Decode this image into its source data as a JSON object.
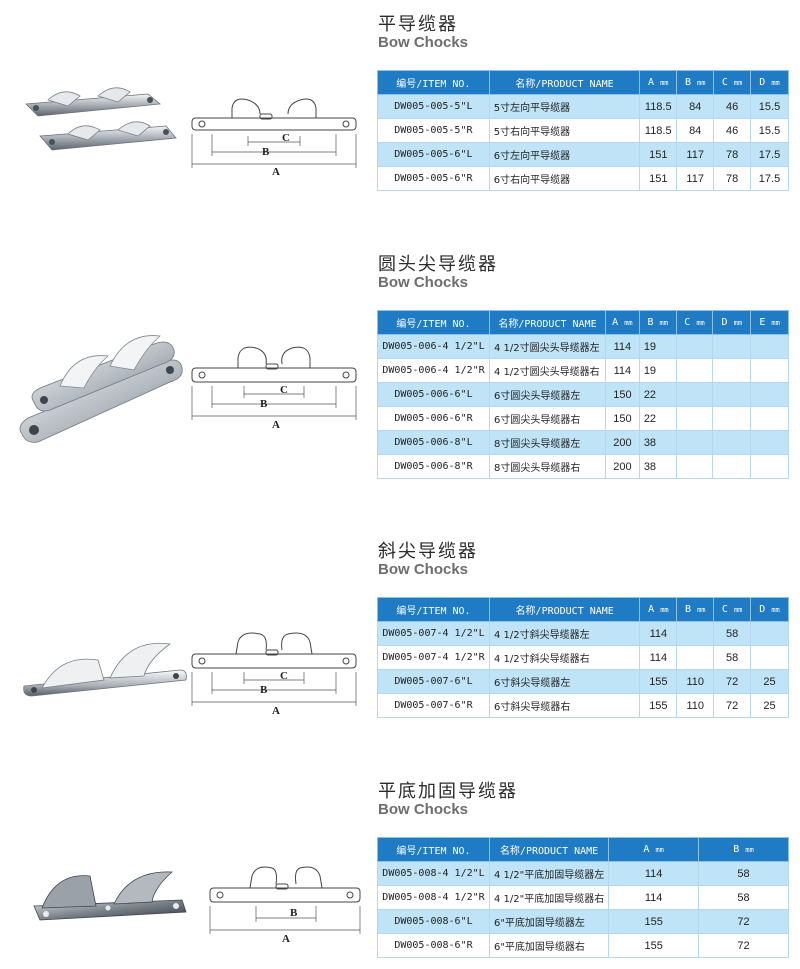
{
  "sections": [
    {
      "title_cn": "平导缆器",
      "title_en": "Bow Chocks",
      "headers": [
        "编号/ITEM NO.",
        "名称/PRODUCT NAME",
        "A",
        "B",
        "C",
        "D"
      ],
      "unit": "mm",
      "rows": [
        [
          "DW005-005-5\"L",
          "5寸左向平导缆器",
          "118.5",
          "84",
          "46",
          "15.5"
        ],
        [
          "DW005-005-5\"R",
          "5寸右向平导缆器",
          "118.5",
          "84",
          "46",
          "15.5"
        ],
        [
          "DW005-005-6\"L",
          "6寸左向平导缆器",
          "151",
          "117",
          "78",
          "17.5"
        ],
        [
          "DW005-005-6\"R",
          "6寸右向平导缆器",
          "151",
          "117",
          "78",
          "17.5"
        ]
      ]
    },
    {
      "title_cn": "圆头尖导缆器",
      "title_en": "Bow Chocks",
      "headers": [
        "编号/ITEM NO.",
        "名称/PRODUCT NAME",
        "A",
        "B",
        "C",
        "D",
        "E"
      ],
      "unit": "mm",
      "rows": [
        [
          "DW005-006-4 1/2\"L",
          "4 1/2寸圆尖头导缆器左",
          "114",
          "19",
          "",
          "",
          ""
        ],
        [
          "DW005-006-4 1/2\"R",
          "4 1/2寸圆尖头导缆器右",
          "114",
          "19",
          "",
          "",
          ""
        ],
        [
          "DW005-006-6\"L",
          "6寸圆尖头导缆器左",
          "150",
          "22",
          "",
          "",
          ""
        ],
        [
          "DW005-006-6\"R",
          "6寸圆尖头导缆器右",
          "150",
          "22",
          "",
          "",
          ""
        ],
        [
          "DW005-006-8\"L",
          "8寸圆尖头导缆器左",
          "200",
          "38",
          "",
          "",
          ""
        ],
        [
          "DW005-006-8\"R",
          "8寸圆尖头导缆器右",
          "200",
          "38",
          "",
          "",
          ""
        ]
      ]
    },
    {
      "title_cn": "斜尖导缆器",
      "title_en": "Bow Chocks",
      "headers": [
        "编号/ITEM NO.",
        "名称/PRODUCT NAME",
        "A",
        "B",
        "C",
        "D"
      ],
      "unit": "mm",
      "rows": [
        [
          "DW005-007-4 1/2\"L",
          "4 1/2寸斜尖导缆器左",
          "114",
          "",
          "58",
          ""
        ],
        [
          "DW005-007-4 1/2\"R",
          "4 1/2寸斜尖导缆器右",
          "114",
          "",
          "58",
          ""
        ],
        [
          "DW005-007-6\"L",
          "6寸斜尖导缆器左",
          "155",
          "110",
          "72",
          "25"
        ],
        [
          "DW005-007-6\"R",
          "6寸斜尖导缆器右",
          "155",
          "110",
          "72",
          "25"
        ]
      ]
    },
    {
      "title_cn": "平底加固导缆器",
      "title_en": "Bow Chocks",
      "headers": [
        "编号/ITEM NO.",
        "名称/PRODUCT NAME",
        "A",
        "B"
      ],
      "unit": "mm",
      "rows": [
        [
          "DW005-008-4 1/2\"L",
          "4 1/2\"平底加固导缆器左",
          "114",
          "58"
        ],
        [
          "DW005-008-4 1/2\"R",
          "4 1/2\"平底加固导缆器右",
          "114",
          "58"
        ],
        [
          "DW005-008-6\"L",
          "6\"平底加固导缆器左",
          "155",
          "72"
        ],
        [
          "DW005-008-6\"R",
          "6\"平底加固导缆器右",
          "155",
          "72"
        ]
      ]
    }
  ],
  "drawing_labels": {
    "a": "A",
    "b": "B",
    "c": "C"
  },
  "colors": {
    "header_bg": "#1f7bc4",
    "row_alt_bg": "#bfe3f7",
    "border": "#b7d7ee"
  }
}
